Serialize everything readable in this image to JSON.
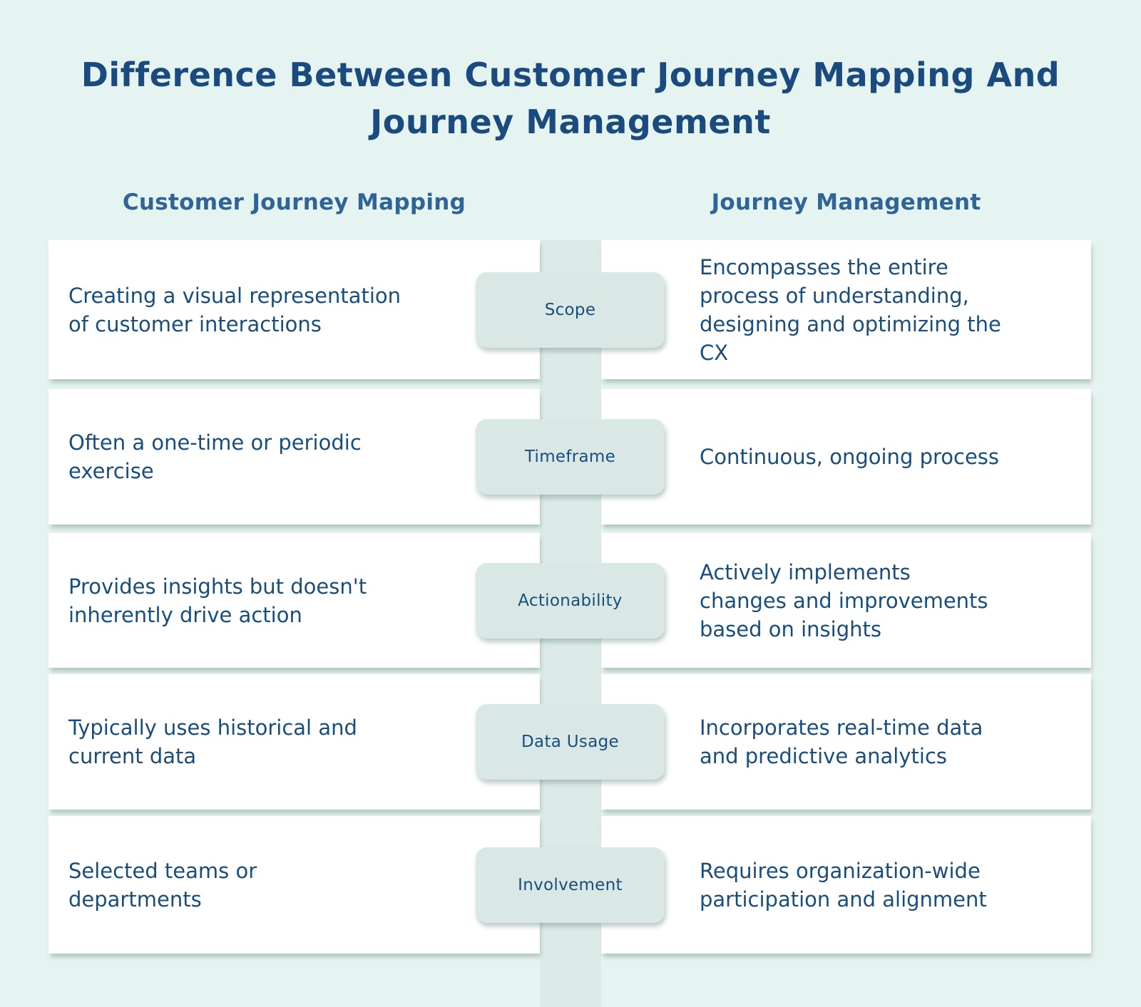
{
  "title": {
    "line1": "Difference Between Customer Journey Mapping And",
    "line2": "Journey Management"
  },
  "columns": {
    "left": "Customer Journey Mapping",
    "right": "Journey Management"
  },
  "rows": [
    {
      "label": "Scope",
      "left": "Creating a visual representation\nof customer interactions",
      "right": "Encompasses the entire\nprocess of understanding,\ndesigning and optimizing the\nCX"
    },
    {
      "label": "Timeframe",
      "left": "Often a one-time or periodic\nexercise",
      "right": "Continuous, ongoing process"
    },
    {
      "label": "Actionability",
      "left": "Provides insights but doesn't\ninherently drive action",
      "right": "Actively implements\nchanges and improvements\nbased on insights"
    },
    {
      "label": "Data Usage",
      "left": "Typically uses historical and\ncurrent data",
      "right": "Incorporates real-time data\nand predictive analytics"
    },
    {
      "label": "Involvement",
      "left": "Selected teams or\ndepartments",
      "right": "Requires organization-wide\nparticipation and alignment"
    }
  ],
  "colors": {
    "background": "#e6f4f1",
    "band": "#dcebe8",
    "pill": "#d9e8e5",
    "card": "#ffffff",
    "title_text": "#1b4b7e",
    "header_text": "#2e6596",
    "body_text": "#174e7e"
  }
}
